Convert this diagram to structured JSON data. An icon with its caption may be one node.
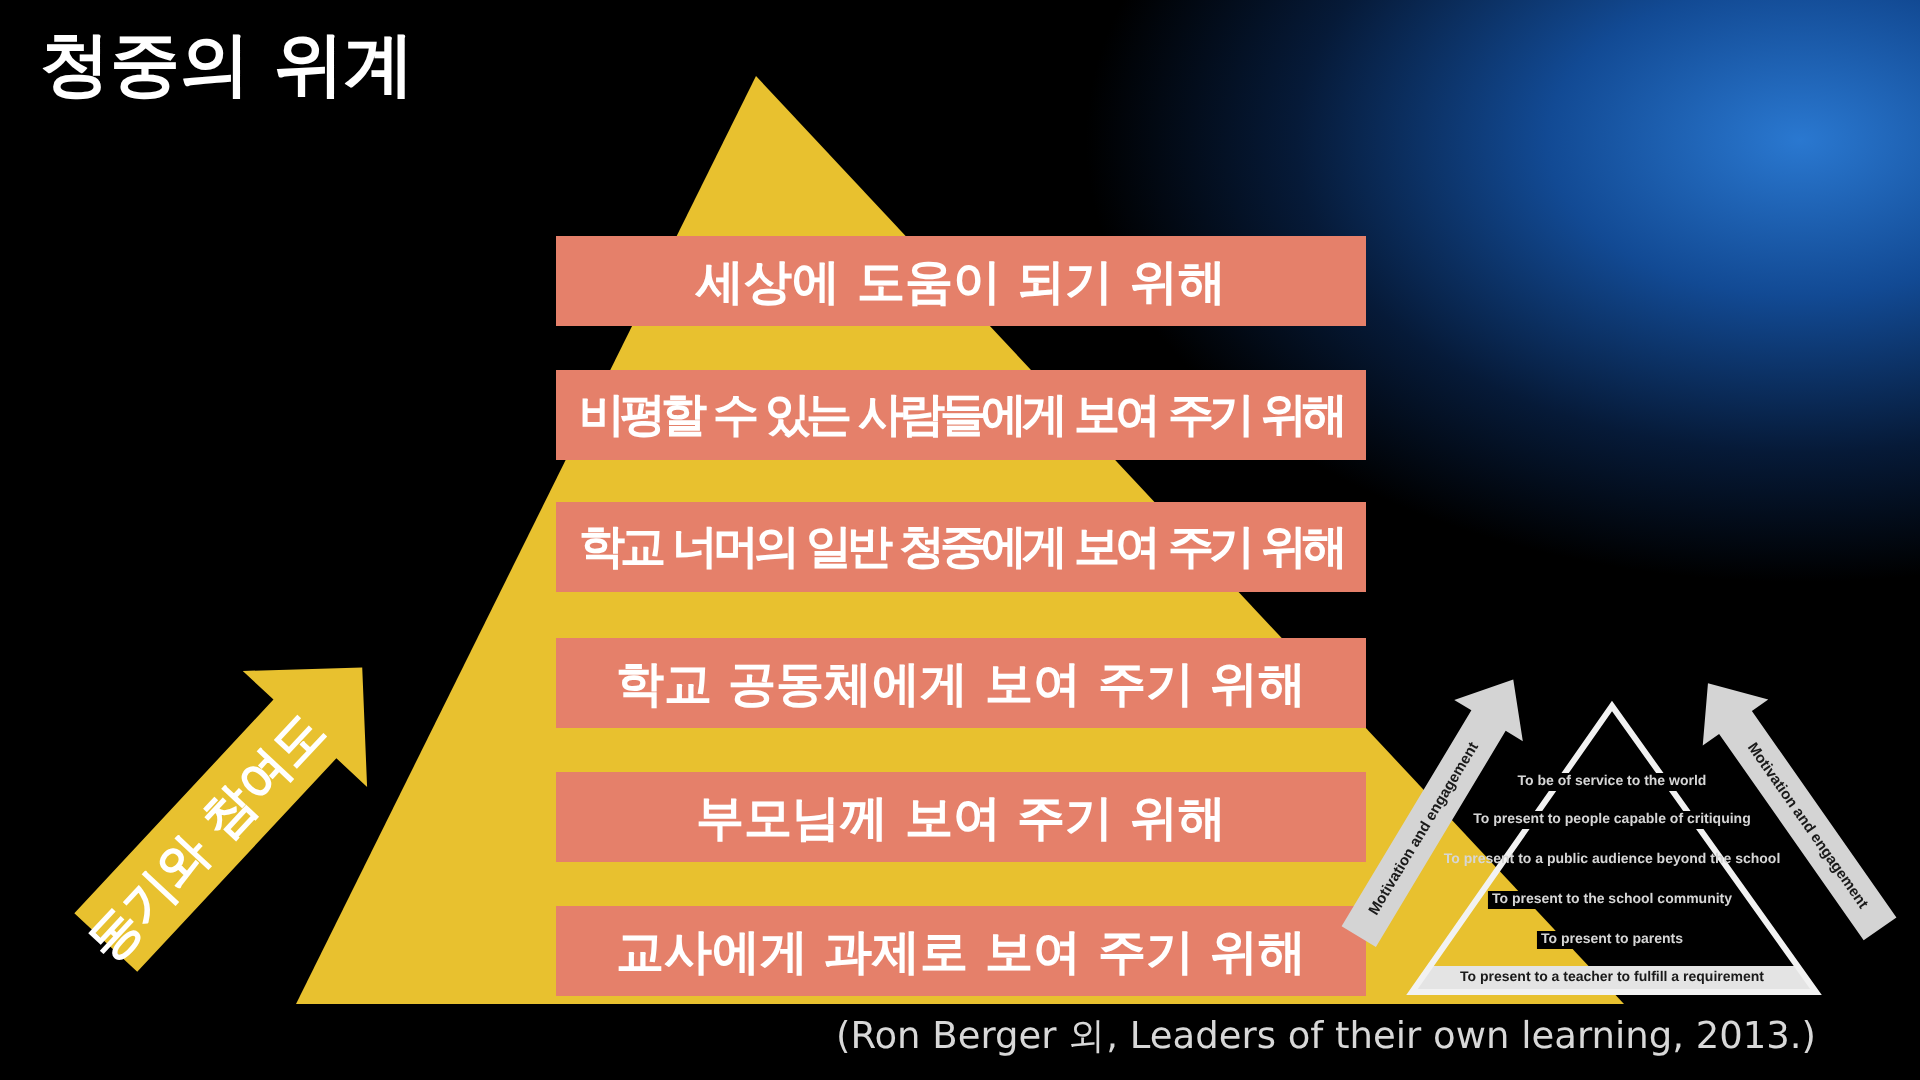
{
  "diagram": {
    "title": "청중의 위계",
    "nodes": [
      {
        "text": [
          "세상에 도움이 되기 위해"
        ]
      },
      {
        "text": [
          "비평할 수 있는 사람들에게 보여 주기 위해"
        ]
      },
      {
        "text": [
          "학교 너머의 일반 청중에게 보여 주기 위해"
        ]
      },
      {
        "text": [
          "학교 공동체에게 보여 주기 위해"
        ]
      },
      {
        "text": [
          "부모님께 보여 주기 위해"
        ]
      },
      {
        "text": [
          "교사에게 과제로 보여 주기 위해"
        ]
      }
    ],
    "labels": [
      "동기와 참여도",
      "Motivation and engagement",
      "To be of service to the world",
      "To present to people capable of critiquing",
      "To present to a public audience beyond the school",
      "To present to the school community",
      "To present to parents",
      "To present to a teacher to fulfill a requirement",
      "Motivation and engagement"
    ],
    "caption": "(Ron Berger 외, Leaders of their own learning, 2013.)"
  }
}
